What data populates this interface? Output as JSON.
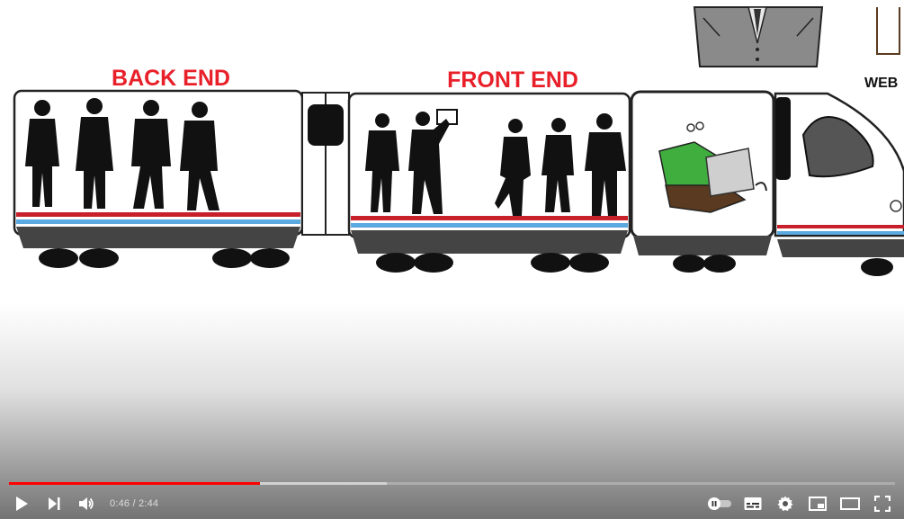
{
  "video": {
    "labels": {
      "back_end": "BACK END",
      "front_end": "FRONT END",
      "web": "WEB"
    },
    "colors": {
      "label_red": "#e8202a",
      "stripe_red": "#c8202a",
      "stripe_blue": "#5aa9e0",
      "shirt_green": "#3fae3f"
    }
  },
  "player": {
    "progress": {
      "played_fraction": 0.2828,
      "buffered_fraction": 0.426
    },
    "time": {
      "current": "0:46",
      "separator": " / ",
      "duration": "2:44",
      "display": "0:46 / 2:44"
    },
    "icons": {
      "play": "play-icon",
      "next": "next-icon",
      "volume": "volume-icon",
      "autoplay": "autoplay-toggle-icon",
      "subtitles": "subtitles-icon",
      "settings": "settings-gear-icon",
      "miniplayer": "miniplayer-icon",
      "theater": "theater-mode-icon",
      "fullscreen": "fullscreen-icon"
    },
    "colors": {
      "played": "#ff0000",
      "icon": "#ffffff"
    }
  }
}
